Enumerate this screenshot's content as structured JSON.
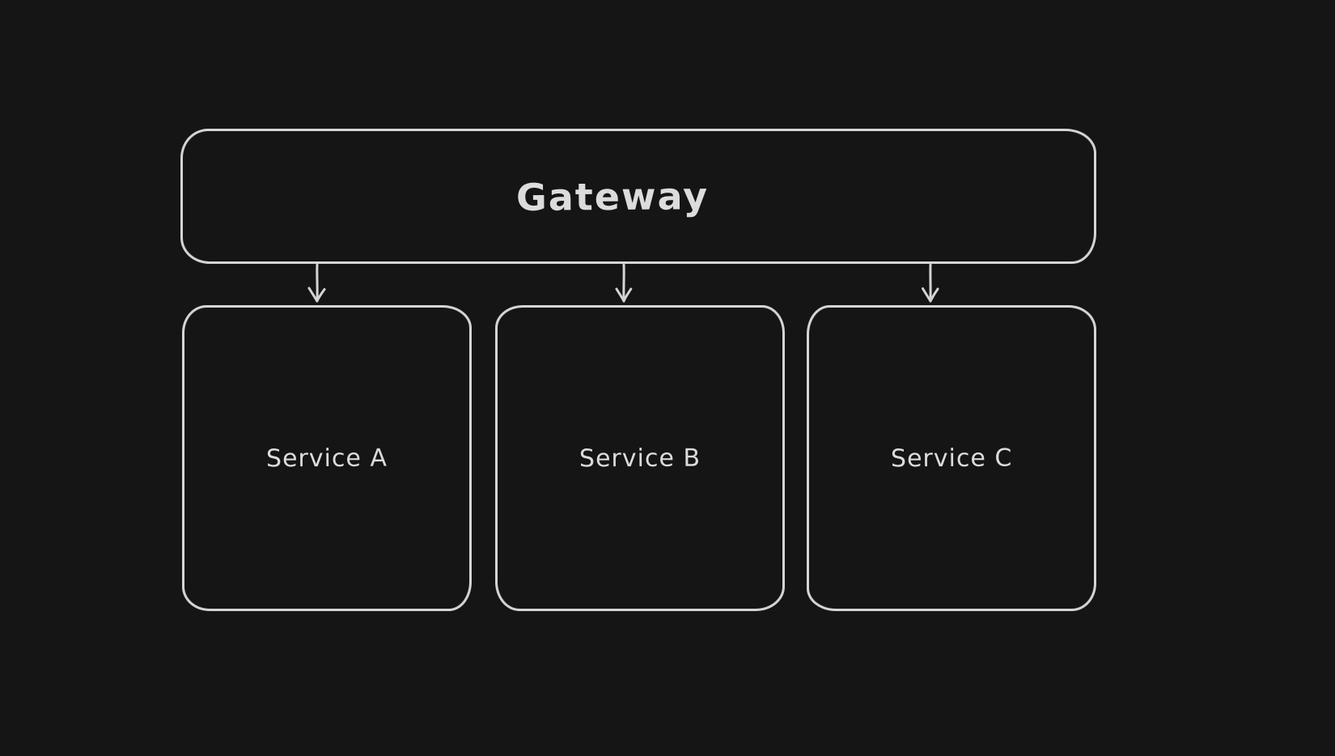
{
  "diagram": {
    "type": "flowchart",
    "theme": {
      "background": "#151515",
      "stroke": "#d4d4d4",
      "text": "#dcdcdc"
    },
    "nodes": {
      "gateway": {
        "label": "Gateway"
      },
      "services": [
        {
          "label": "Service A"
        },
        {
          "label": "Service B"
        },
        {
          "label": "Service C"
        }
      ]
    },
    "edges": [
      {
        "from": "Gateway",
        "to": "Service A",
        "style": "arrow-down"
      },
      {
        "from": "Gateway",
        "to": "Service B",
        "style": "arrow-down"
      },
      {
        "from": "Gateway",
        "to": "Service C",
        "style": "arrow-down"
      }
    ]
  }
}
